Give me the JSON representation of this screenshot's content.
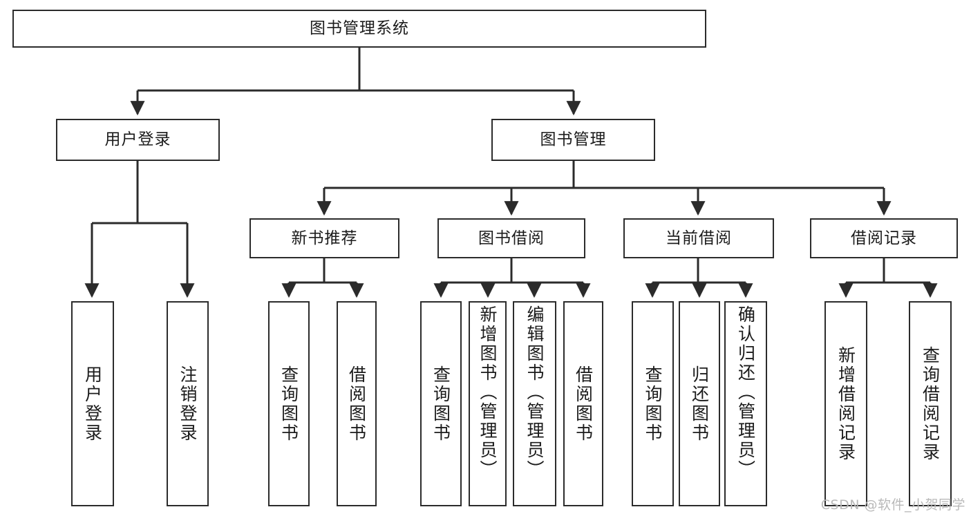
{
  "diagram": {
    "type": "tree-hierarchy",
    "title": "图书管理系统",
    "watermark": "CSDN @软件_小贺同学",
    "colors": {
      "box_border": "#2b2b2b",
      "box_fill": "#ffffff",
      "connector": "#2b2b2b",
      "text": "#1b1b1b",
      "watermark": "#b9b9b9",
      "background": "#ffffff"
    },
    "levels": {
      "root": {
        "label": "图书管理系统"
      },
      "level2": [
        {
          "label": "用户登录"
        },
        {
          "label": "图书管理"
        }
      ],
      "level3": [
        {
          "label": "新书推荐"
        },
        {
          "label": "图书借阅"
        },
        {
          "label": "当前借阅"
        },
        {
          "label": "借阅记录"
        }
      ],
      "leaves": [
        {
          "label": "用户登录",
          "parent": "用户登录"
        },
        {
          "label": "注销登录",
          "parent": "用户登录"
        },
        {
          "label": "查询图书",
          "parent": "新书推荐"
        },
        {
          "label": "借阅图书",
          "parent": "新书推荐"
        },
        {
          "label": "查询图书",
          "parent": "图书借阅"
        },
        {
          "label": "新增图书（管理员）",
          "parent": "图书借阅"
        },
        {
          "label": "编辑图书（管理员）",
          "parent": "图书借阅"
        },
        {
          "label": "借阅图书",
          "parent": "图书借阅"
        },
        {
          "label": "查询图书",
          "parent": "当前借阅"
        },
        {
          "label": "归还图书",
          "parent": "当前借阅"
        },
        {
          "label": "确认归还（管理员）",
          "parent": "当前借阅"
        },
        {
          "label": "新增借阅记录",
          "parent": "借阅记录"
        },
        {
          "label": "查询借阅记录",
          "parent": "借阅记录"
        }
      ]
    }
  }
}
